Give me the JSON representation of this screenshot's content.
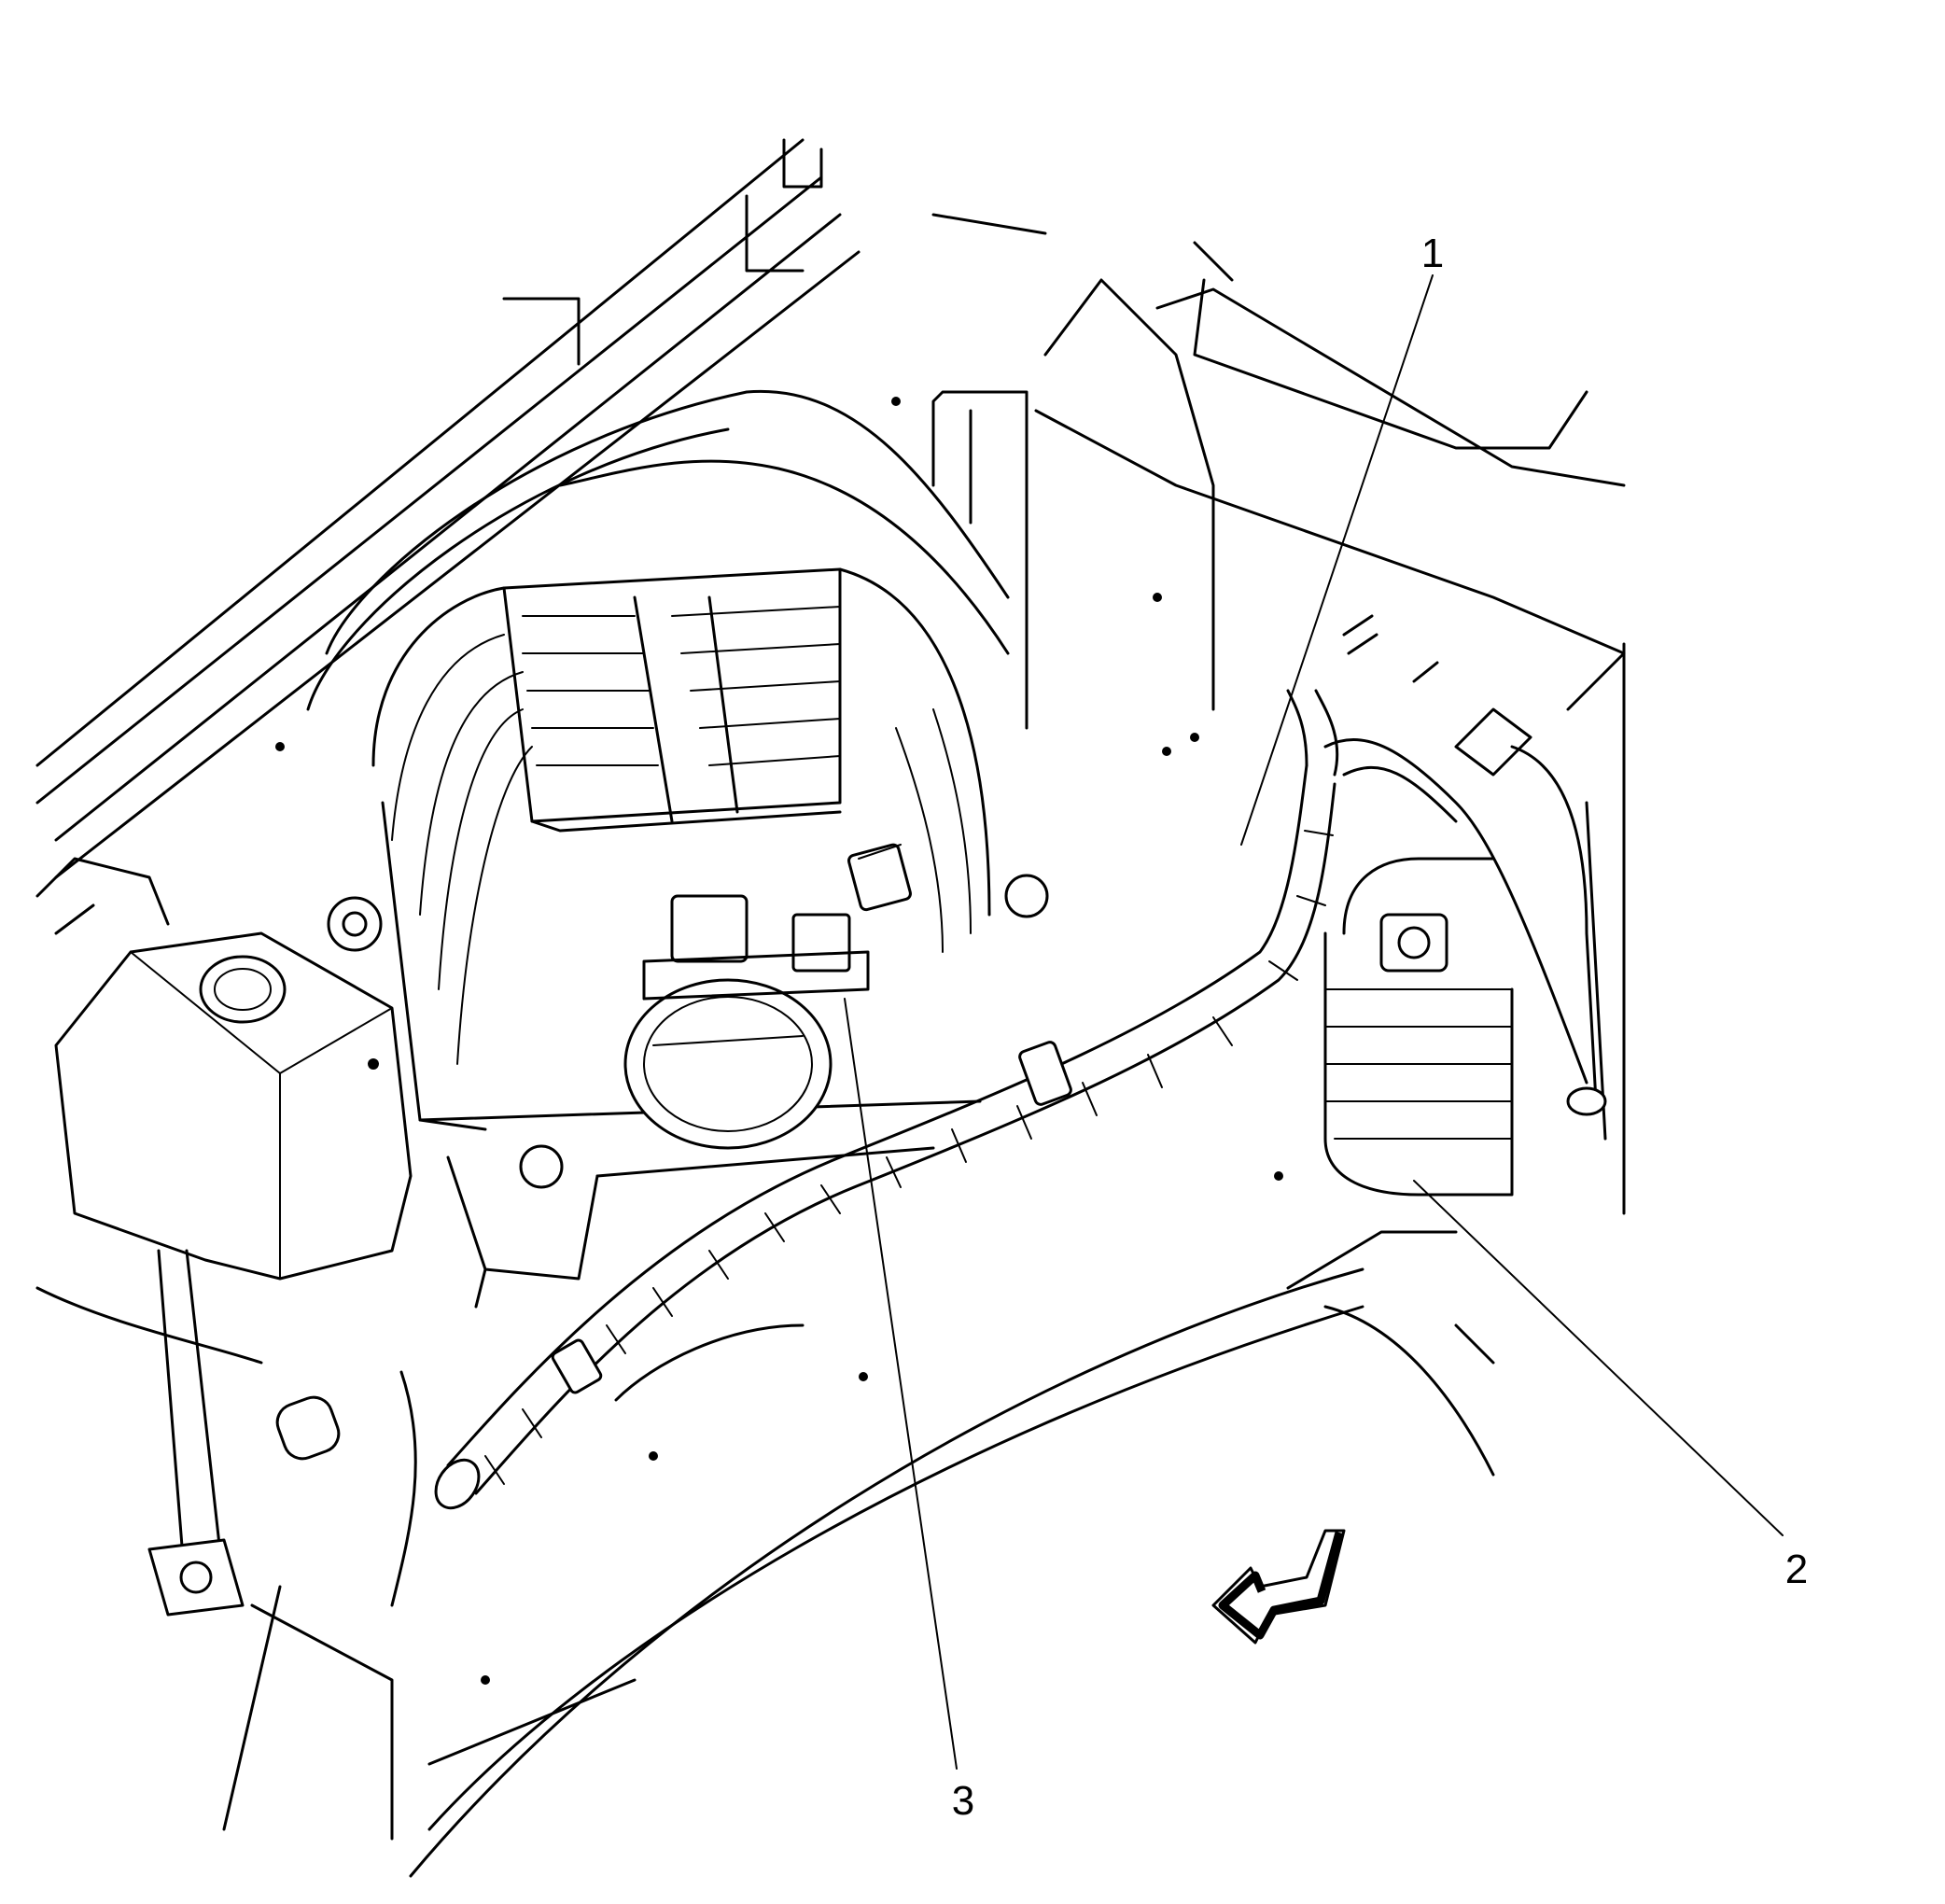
{
  "callouts": [
    {
      "id": "1",
      "label": "1"
    },
    {
      "id": "2",
      "label": "2"
    },
    {
      "id": "3",
      "label": "3"
    }
  ],
  "icons": [
    "front-direction-arrow-icon"
  ],
  "colors": {
    "line": "#000000",
    "background": "#ffffff"
  }
}
